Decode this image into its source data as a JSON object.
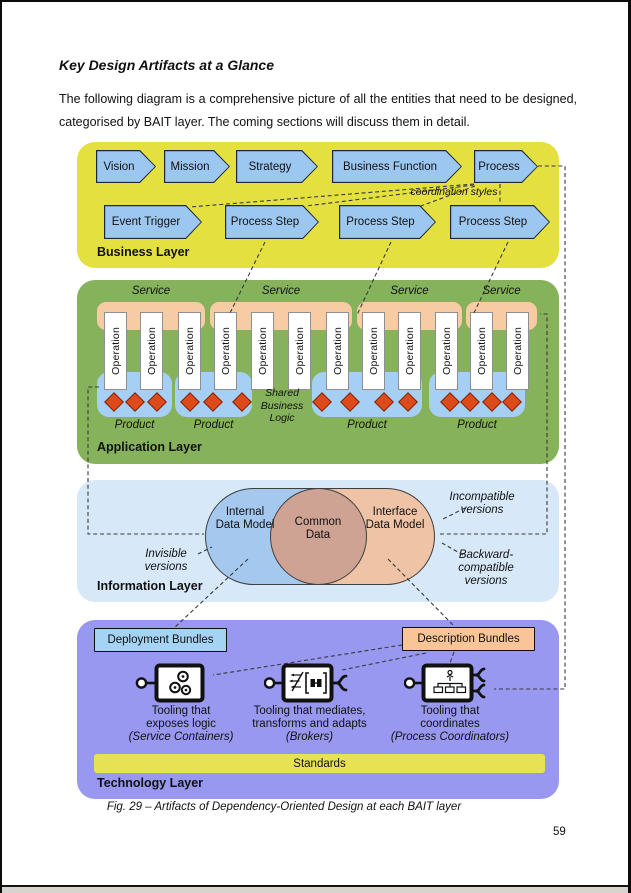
{
  "page": {
    "heading": "Key Design Artifacts at a Glance",
    "paragraph": "The following diagram is a comprehensive picture of all the entities that need to be designed, categorised by BAIT layer. The coming sections will discuss them in detail.",
    "figure_caption": "Fig. 29 – Artifacts of Dependency-Oriented Design at each BAIT layer",
    "page_number": "59"
  },
  "business_layer": {
    "label": "Business Layer",
    "value_chain": [
      "Vision",
      "Mission",
      "Strategy",
      "Business Function",
      "Process"
    ],
    "process_row": [
      "Event Trigger",
      "Process Step",
      "Process Step",
      "Process Step"
    ],
    "annotation": "coordination styles"
  },
  "application_layer": {
    "label": "Application Layer",
    "service_label": "Service",
    "operation_label": "Operation",
    "product_label": "Product",
    "shared_note": "Shared Business Logic"
  },
  "information_layer": {
    "label": "Information Layer",
    "internal_model": "Internal Data Model",
    "common_data": "Common Data",
    "interface_model": "Interface Data Model",
    "invisible_versions": "Invisible versions",
    "incompatible_versions": "Incompatible versions",
    "backward_versions": "Backward-compatible versions"
  },
  "technology_layer": {
    "label": "Technology Layer",
    "deployment_bundles": "Deployment Bundles",
    "description_bundles": "Description Bundles",
    "standards": "Standards",
    "tools": [
      {
        "line1": "Tooling that",
        "line2": "exposes logic",
        "sub": "(Service Containers)"
      },
      {
        "line1": "Tooling that mediates,",
        "line2": "transforms and adapts",
        "sub": "(Brokers)"
      },
      {
        "line1": "Tooling that",
        "line2": "coordinates",
        "sub": "(Process Coordinators)"
      }
    ]
  },
  "colors": {
    "business_layer_bg": "#e3e03f",
    "application_layer_bg": "#85b25a",
    "information_layer_bg": "#d7e9f8",
    "technology_layer_bg": "#9898f0",
    "artifact_blue": "#9cc7f0",
    "service_orange": "#f7cba3",
    "product_blue": "#a6cff5",
    "diamond_red": "#dd4b1c",
    "venn_left_blue": "#a5c9ee",
    "venn_right_tan": "#efc4a6",
    "venn_center_brown": "#cfa394",
    "deployment_blue": "#a5d3f3",
    "description_orange": "#f9c597",
    "standards_yellow": "#e6e253"
  }
}
